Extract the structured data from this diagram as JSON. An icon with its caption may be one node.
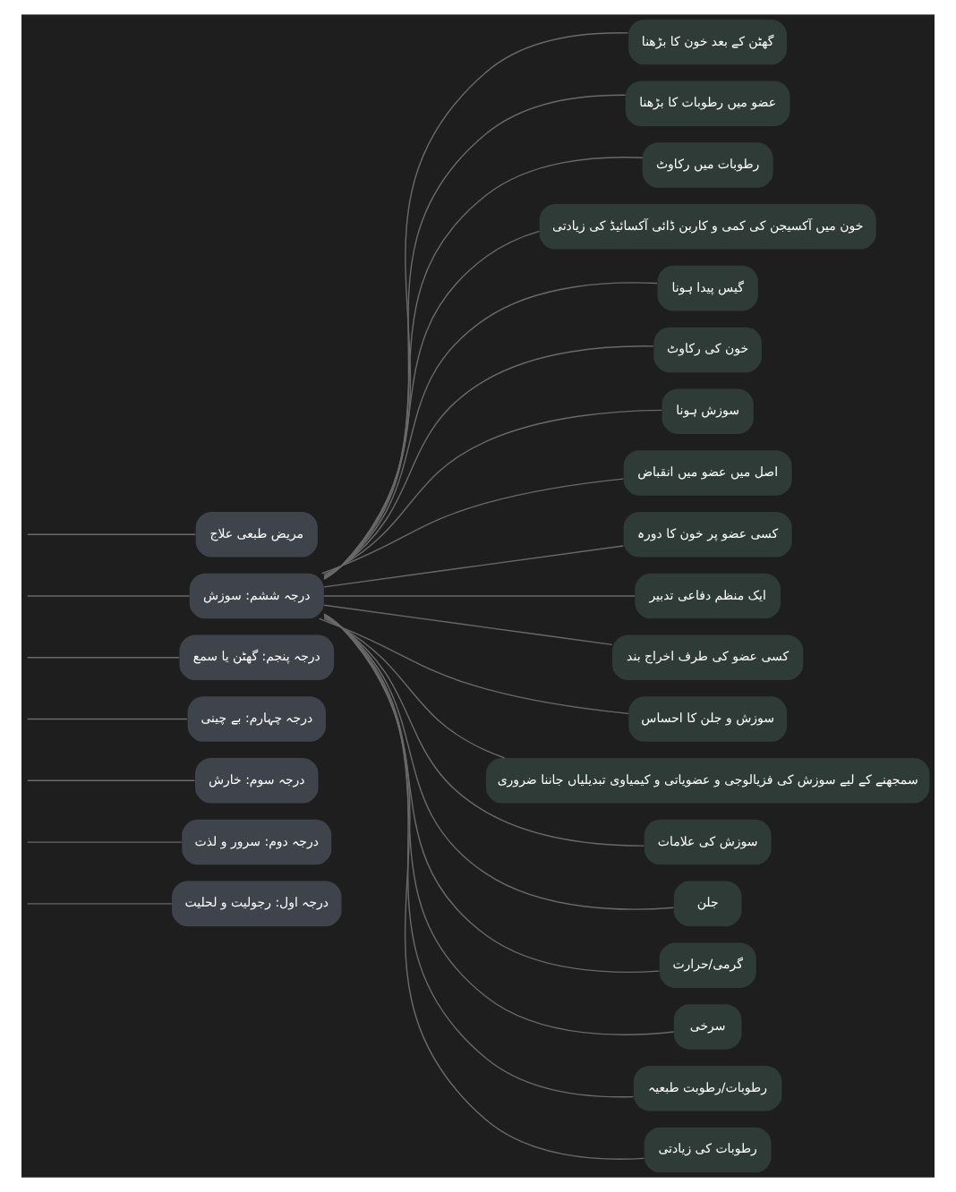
{
  "diagram": {
    "nodes": [
      {
        "text": [
          "درجہ اول: رجولیت و لحلیت"
        ]
      },
      {
        "text": [
          "درجہ دوم: سرور و لذت"
        ]
      },
      {
        "text": [
          "درجہ سوم: خارش"
        ]
      },
      {
        "text": [
          "درجہ چہارم: بے چینی"
        ]
      },
      {
        "text": [
          "درجہ پنجم: گھٹن یا سمع"
        ]
      },
      {
        "text": [
          "درجہ ششم: سوزش"
        ]
      },
      {
        "text": [
          "مریض طبعی علاج"
        ]
      },
      {
        "text": [
          "گھٹن کے بعد خون کا بڑھنا"
        ]
      },
      {
        "text": [
          "عضو میں رطوبات کا بڑھنا"
        ]
      },
      {
        "text": [
          "رطوبات میں رکاوٹ"
        ]
      },
      {
        "text": [
          "خون میں آکسیجن کی کمی و کاربن ڈائی آکسائیڈ کی زیادتی"
        ]
      },
      {
        "text": [
          "گیس پیدا ہونا"
        ]
      },
      {
        "text": [
          "خون کی رکاوٹ"
        ]
      },
      {
        "text": [
          "سوزش ہونا"
        ]
      },
      {
        "text": [
          "اصل میں عضو میں انقباض"
        ]
      },
      {
        "text": [
          "کسی عضو پر خون کا دورہ"
        ]
      },
      {
        "text": [
          "ایک منظم دفاعی تدبیر"
        ]
      },
      {
        "text": [
          "کسی عضو کی طرف اخراج بند"
        ]
      },
      {
        "text": [
          "سوزش و جلن کا احساس"
        ]
      },
      {
        "text": [
          "سمجھنے کے لیے سوزش کی فزیالوجی و عضویاتی و کیمیاوی تبدیلیاں جاننا ضروری"
        ]
      },
      {
        "text": [
          "سوزش کی علامات"
        ]
      },
      {
        "text": [
          "جلن"
        ]
      },
      {
        "text": [
          "گرمی/حرارت"
        ]
      },
      {
        "text": [
          "سرخی"
        ]
      },
      {
        "text": [
          "رطوبات/رطوبت طبعیہ"
        ]
      },
      {
        "text": [
          "رطوبات کی زیادتی"
        ]
      }
    ],
    "edges": [
      {
        "from": null,
        "to": 0,
        "arrow": "none"
      },
      {
        "from": null,
        "to": 1,
        "arrow": "none"
      },
      {
        "from": null,
        "to": 2,
        "arrow": "none"
      },
      {
        "from": null,
        "to": 3,
        "arrow": "none"
      },
      {
        "from": null,
        "to": 4,
        "arrow": "none"
      },
      {
        "from": null,
        "to": 5,
        "arrow": "none"
      },
      {
        "from": null,
        "to": 6,
        "arrow": "none"
      },
      {
        "from": 5,
        "to": 7,
        "arrow": "none"
      },
      {
        "from": 5,
        "to": 8,
        "arrow": "none"
      },
      {
        "from": 5,
        "to": 9,
        "arrow": "none"
      },
      {
        "from": 5,
        "to": 10,
        "arrow": "none"
      },
      {
        "from": 5,
        "to": 11,
        "arrow": "none"
      },
      {
        "from": 5,
        "to": 12,
        "arrow": "none"
      },
      {
        "from": 5,
        "to": 13,
        "arrow": "none"
      },
      {
        "from": 5,
        "to": 14,
        "arrow": "none"
      },
      {
        "from": 5,
        "to": 15,
        "arrow": "none"
      },
      {
        "from": 5,
        "to": 16,
        "arrow": "none"
      },
      {
        "from": 5,
        "to": 17,
        "arrow": "none"
      },
      {
        "from": 5,
        "to": 18,
        "arrow": "none"
      },
      {
        "from": 5,
        "to": 19,
        "arrow": "none"
      },
      {
        "from": 5,
        "to": 20,
        "arrow": "none"
      },
      {
        "from": 5,
        "to": 21,
        "arrow": "none"
      },
      {
        "from": 5,
        "to": 22,
        "arrow": "none"
      },
      {
        "from": 5,
        "to": 23,
        "arrow": "none"
      },
      {
        "from": 5,
        "to": 24,
        "arrow": "none"
      },
      {
        "from": 5,
        "to": 25,
        "arrow": "none"
      }
    ]
  }
}
